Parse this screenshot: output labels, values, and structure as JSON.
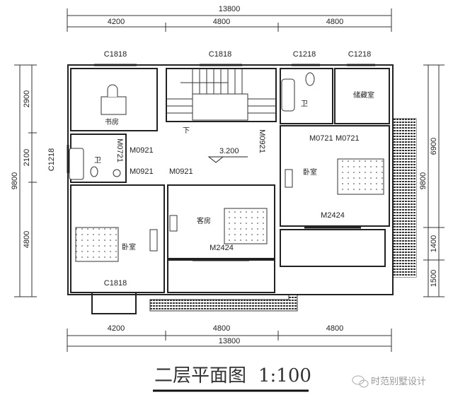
{
  "dimensions": {
    "total_width": "13800",
    "top_segments": [
      "4200",
      "4800",
      "4800"
    ],
    "bottom_segments": [
      "4200",
      "4800",
      "4800"
    ],
    "left_total": "9800",
    "left_segments": [
      "2900",
      "2100",
      "4800"
    ],
    "right_total": "9800",
    "right_segments": [
      "6900",
      "1400",
      "1500"
    ]
  },
  "windows": {
    "top": [
      "C1818",
      "C1818",
      "C1218",
      "C1218"
    ],
    "left_vertical": "C1218",
    "bottom_left": "C1818"
  },
  "doors": {
    "left_bath": "M0721",
    "hall_1": "M0921",
    "hall_2": "M0921",
    "hall_3": "M0921",
    "hall_right": "M0921",
    "right_1": "M0721",
    "right_2": "M0721",
    "right_bedroom": "M2424",
    "guest_room": "M2424"
  },
  "rooms": {
    "study": "书房",
    "storage": "储藏室",
    "bath_top": "卫",
    "bath_left": "卫",
    "bedroom_right": "卧室",
    "bedroom_left": "卧室",
    "guest": "客房",
    "stairs_down": "下"
  },
  "elevation": "3.200",
  "title": "二层平面图",
  "scale": "1:100",
  "watermark": "时范别墅设计"
}
